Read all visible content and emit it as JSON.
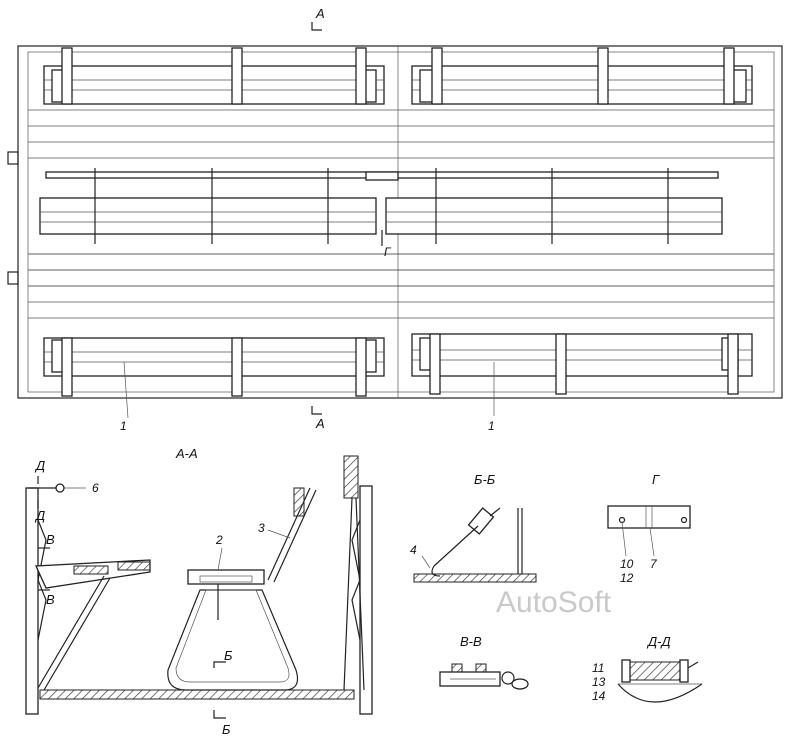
{
  "section_marks": {
    "top": "А",
    "bottom": "А",
    "g_mark": "Г"
  },
  "callouts": {
    "bench_left": "1",
    "bench_right": "1",
    "seat": "2",
    "backrest": "3",
    "hook": "4",
    "pin": "6",
    "detail_g_a": "10",
    "detail_g_b": "7",
    "detail_g_c": "12",
    "detail_d_a": "11",
    "detail_d_b": "13",
    "detail_d_c": "14"
  },
  "view_titles": {
    "aa": "А-А",
    "bb": "Б-Б",
    "g": "Г",
    "vv": "В-В",
    "dd": "Д-Д"
  },
  "aa_marks": {
    "d_top": "Д",
    "d_bottom": "Д",
    "v_top": "В",
    "v_bottom": "В",
    "b_top": "Б",
    "b_bottom": "Б"
  },
  "watermark": "AutoSoft"
}
